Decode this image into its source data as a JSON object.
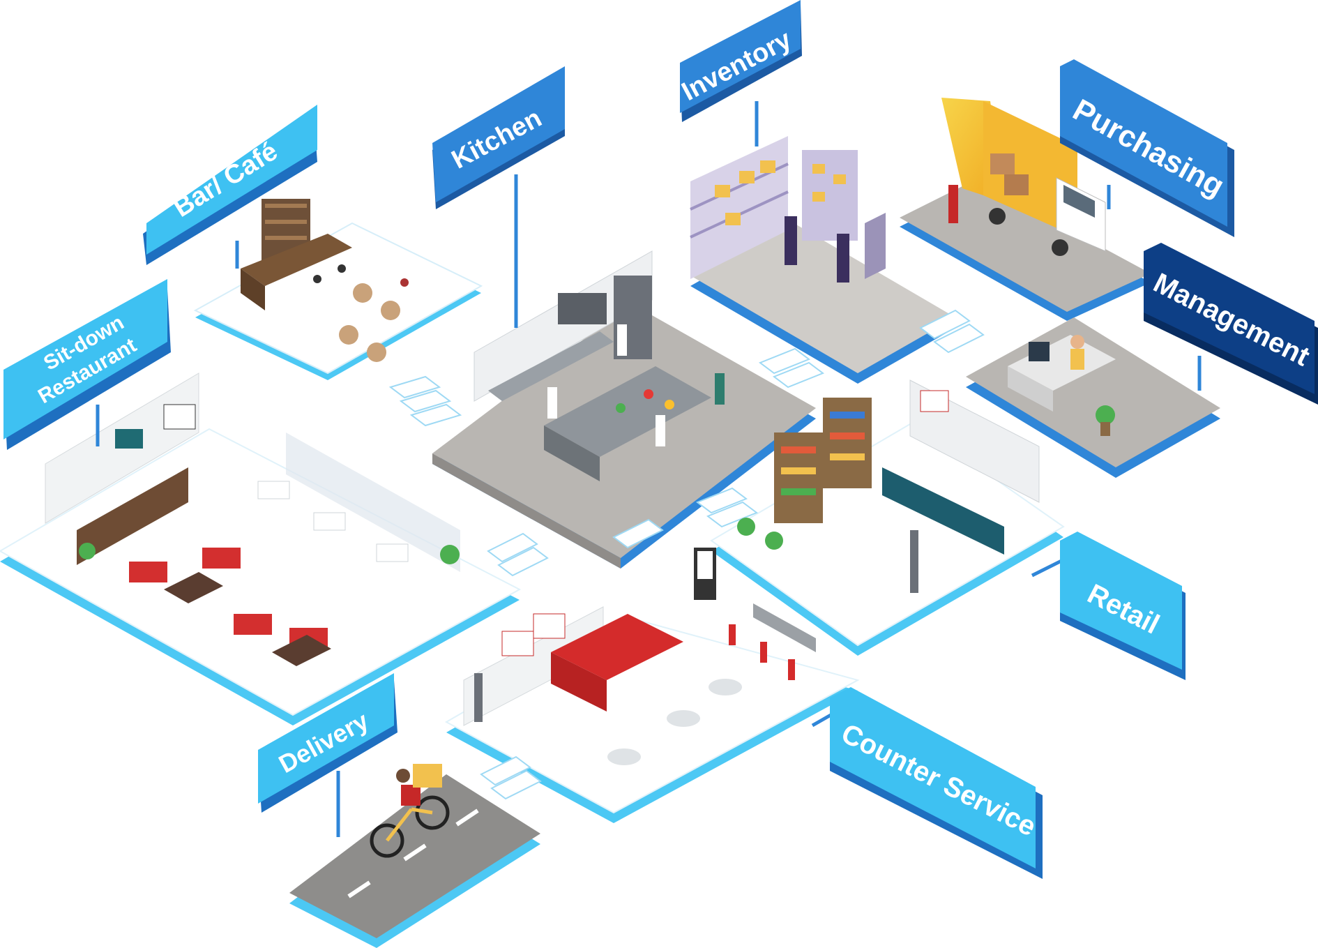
{
  "zones": {
    "sit_down": {
      "label_line1": "Sit-down",
      "label_line2": "Restaurant"
    },
    "bar_cafe": {
      "label": "Bar/ Café"
    },
    "kitchen": {
      "label": "Kitchen"
    },
    "inventory": {
      "label": "Inventory"
    },
    "purchasing": {
      "label": "Purchasing"
    },
    "management": {
      "label": "Management"
    },
    "retail": {
      "label": "Retail"
    },
    "counter_service": {
      "label": "Counter Service"
    },
    "delivery": {
      "label": "Delivery"
    }
  },
  "colors": {
    "sign_blue": "#2f86d8",
    "sign_light_blue": "#3ec1f2",
    "sign_navy": "#0d3f86",
    "platform_edge": "#4cc8f4",
    "floor_gray": "#b9b6b2",
    "counter_red": "#d42b2b",
    "shelf_wood": "#8a6a45",
    "box_yellow": "#f2c14e"
  }
}
